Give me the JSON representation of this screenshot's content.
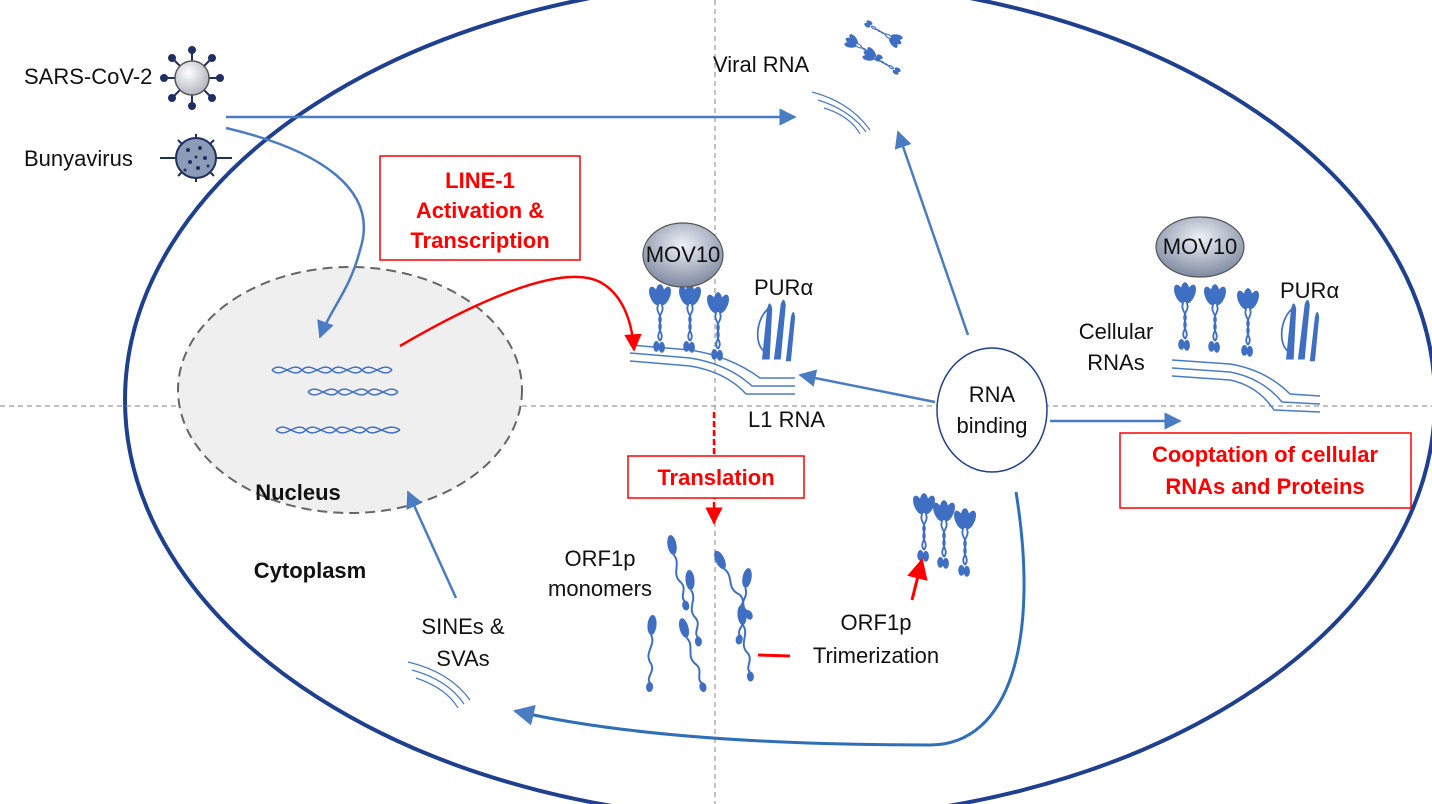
{
  "viruses": {
    "sars": "SARS-CoV-2",
    "bunya": "Bunyavirus"
  },
  "compartments": {
    "nucleus": "Nucleus",
    "cytoplasm": "Cytoplasm"
  },
  "line1_box": [
    "LINE-1",
    "Activation &",
    "Transcription"
  ],
  "translation_box": "Translation",
  "cooptation_box": [
    "Cooptation of cellular",
    "RNAs and Proteins"
  ],
  "proteins": {
    "mov10_left": "MOV10",
    "mov10_right": "MOV10",
    "pur_left": "PURα",
    "pur_right": "PURα"
  },
  "rna_labels": {
    "viral_rna": "Viral RNA",
    "l1_rna": "L1 RNA",
    "cellular_rnas": [
      "Cellular",
      "RNAs"
    ]
  },
  "rna_binding": [
    "RNA",
    "binding"
  ],
  "orf1p_monomers": [
    "ORF1p",
    "monomers"
  ],
  "orf1p_trimerization": [
    "ORF1p",
    "Trimerization"
  ],
  "sines": [
    "SINEs &",
    "SVAs"
  ],
  "colors": {
    "arrow_blue": "#4a7cc4",
    "arrow_dark_blue": "#2e6fb8",
    "protein_blue": "#3f6fc2",
    "red": "#ff0000",
    "cell_outline": "#1f3f8f",
    "nucleus_fill": "#efefef"
  }
}
